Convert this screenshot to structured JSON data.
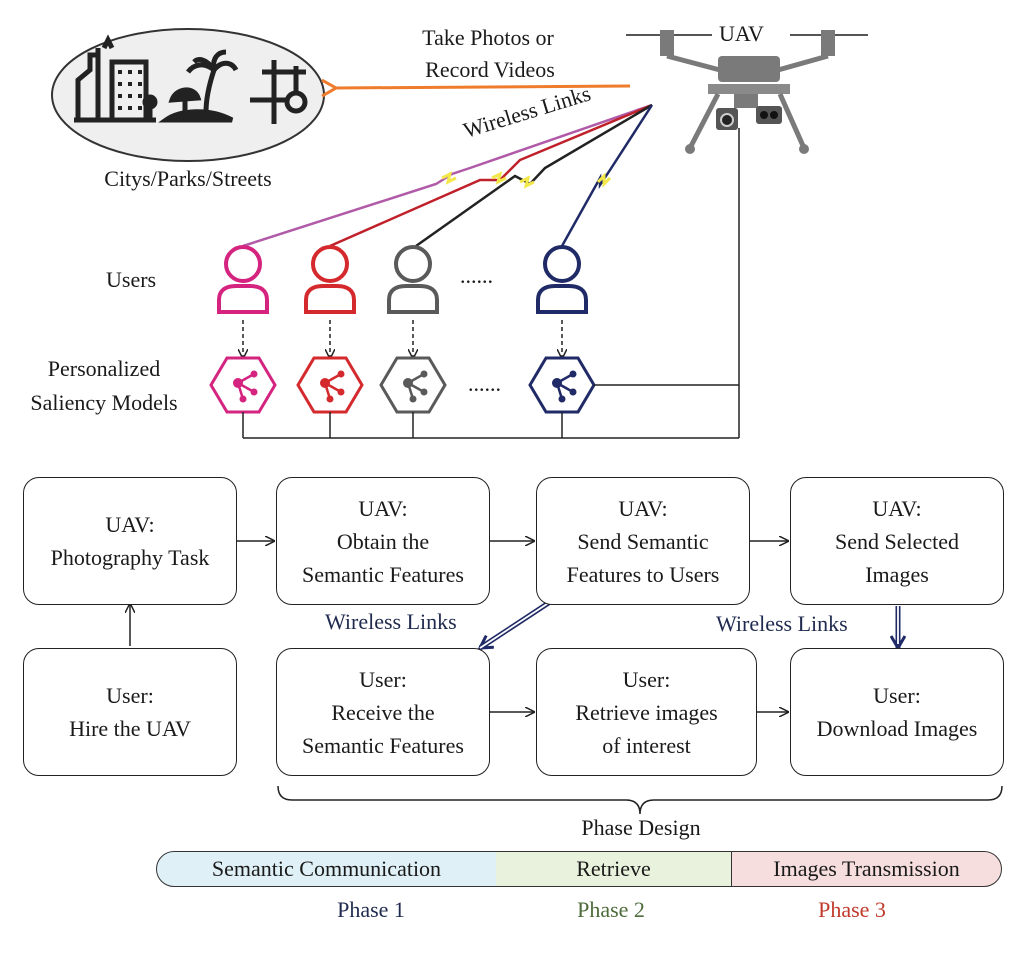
{
  "top": {
    "uav_label": "UAV",
    "photo_label_line1": "Take Photos or",
    "photo_label_line2": "Record Videos",
    "scene_label": "Citys/Parks/Streets",
    "wireless_label": "Wireless Links",
    "users_label": "Users",
    "models_label_line1": "Personalized",
    "models_label_line2": "Saliency Models",
    "ellipsis": "......"
  },
  "colors": {
    "user1": "#d5247f",
    "user2": "#d42a2e",
    "user3": "#5a5a5a",
    "user4": "#1f2a66",
    "link1": "#b05aa8",
    "link2": "#c0202a",
    "arrow_orange": "#ee7c2c",
    "drone": "#7a7a7a",
    "phase1_fill": "#dff0f6",
    "phase2_fill": "#e9f2dc",
    "phase3_fill": "#f6dede",
    "phase1_text": "#1f2a4f",
    "phase2_text": "#4d6b3a",
    "phase3_text": "#c0392b",
    "bolt": "#f2e84a"
  },
  "flow": {
    "hire": [
      "User:",
      "Hire the UAV"
    ],
    "photo_task": [
      "UAV:",
      "Photography Task"
    ],
    "obtain": [
      "UAV:",
      "Obtain the",
      "Semantic Features"
    ],
    "send_sem": [
      "UAV:",
      "Send Semantic",
      "Features to Users"
    ],
    "send_img": [
      "UAV:",
      "Send Selected",
      "Images"
    ],
    "receive": [
      "User:",
      "Receive the",
      "Semantic Features"
    ],
    "retrieve": [
      "User:",
      "Retrieve images",
      "of interest"
    ],
    "download": [
      "User:",
      "Download Images"
    ],
    "wireless_left": "Wireless Links",
    "wireless_right": "Wireless Links"
  },
  "phases": {
    "title": "Phase Design",
    "seg1": "Semantic Communication",
    "seg2": "Retrieve",
    "seg3": "Images Transmission",
    "num1": "Phase 1",
    "num2": "Phase 2",
    "num3": "Phase 3"
  }
}
